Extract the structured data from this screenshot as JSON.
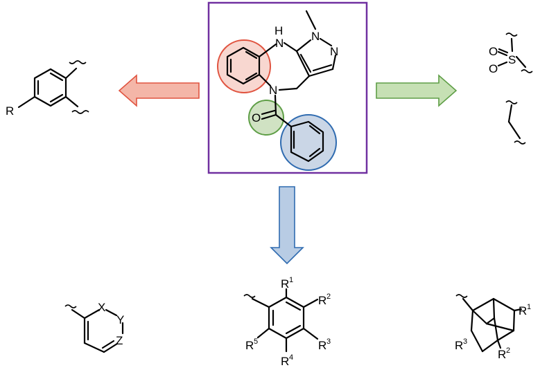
{
  "colors": {
    "frame": "#7030A0",
    "red": "#E0533F",
    "red_fill": "#F5C9C0",
    "green": "#5E9E46",
    "green_fill": "#C8DDB9",
    "blue": "#2F6BB0",
    "blue_fill": "#BDCCE0",
    "arrow_blue": "#B8CCE4",
    "arrow_green": "#C6E0B4",
    "arrow_red": "#F4B6A8"
  },
  "core": {
    "nh_label": "H",
    "n_label_nh": "N",
    "n_label_pyrazole1": "N",
    "n_label_pyrazole2": "N",
    "n_label_amide": "N",
    "o_label": "O"
  },
  "left_fragment": {
    "r_label": "R"
  },
  "right_fragments": {
    "sulfonyl_s": "S",
    "sulfonyl_o1": "O",
    "sulfonyl_o2": "O"
  },
  "bottom_left": {
    "x": "X",
    "y": "Y",
    "z": "Z"
  },
  "bottom_middle": {
    "r1": "R",
    "r1_sup": "1",
    "r2": "R",
    "r2_sup": "2",
    "r3": "R",
    "r3_sup": "3",
    "r4": "R",
    "r4_sup": "4",
    "r5": "R",
    "r5_sup": "5"
  },
  "bottom_right": {
    "r1": "R",
    "r1_sup": "1",
    "r2": "R",
    "r2_sup": "2",
    "r3": "R",
    "r3_sup": "3"
  }
}
